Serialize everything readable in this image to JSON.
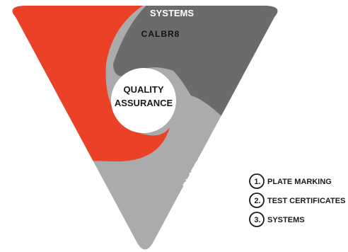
{
  "diagram": {
    "center": {
      "line1": "QUALITY",
      "line2": "ASSURANCE"
    },
    "segments": {
      "systems": {
        "label": "SYSTEMS",
        "color": "#6b6b6d"
      },
      "test_certificates": {
        "label": "TEST CERTIFICATES",
        "color": "#ea4127"
      },
      "plate_marking": {
        "label": "PLATE MARKING",
        "color": "#ababab"
      }
    },
    "logo": {
      "text": "CALBR8"
    }
  },
  "legend": {
    "items": [
      {
        "number": "1.",
        "label": "PLATE MARKING"
      },
      {
        "number": "2.",
        "label": "TEST CERTIFICATES"
      },
      {
        "number": "3.",
        "label": "SYSTEMS"
      }
    ]
  }
}
